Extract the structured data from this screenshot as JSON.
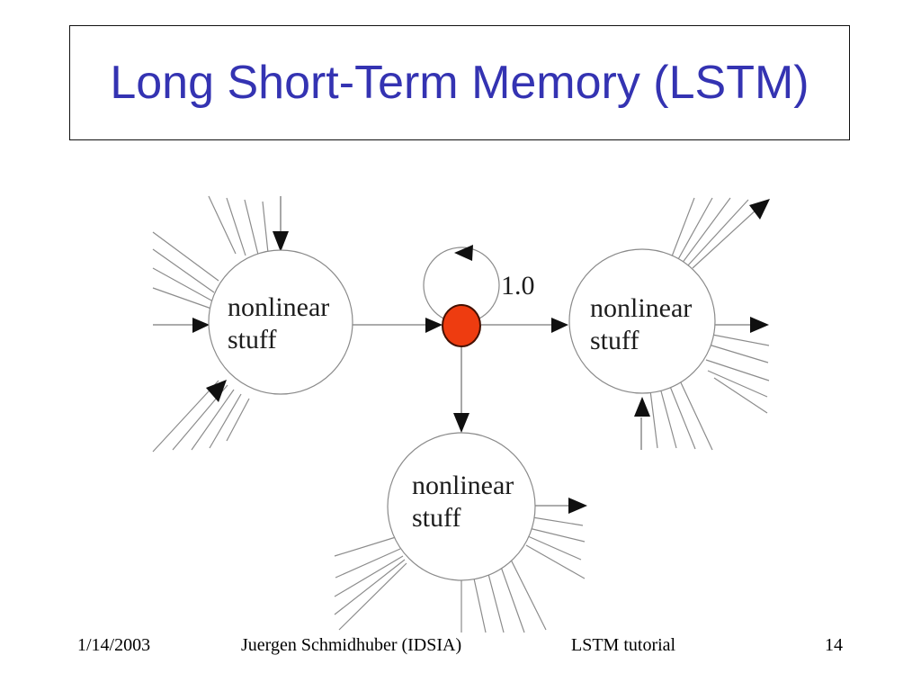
{
  "title": {
    "text": "Long Short-Term Memory (LSTM)",
    "color": "#3433b2"
  },
  "diagram": {
    "description": "LSTM memory cell: linear unit with fixed self-connection flanked by nonlinear units",
    "center_unit": {
      "type": "linear-memory-cell",
      "fill_color": "#ee3c10",
      "self_loop_weight_label": "1.0"
    },
    "nodes": [
      {
        "id": "left",
        "line1": "nonlinear",
        "line2": "stuff"
      },
      {
        "id": "right",
        "line1": "nonlinear",
        "line2": "stuff"
      },
      {
        "id": "bottom",
        "line1": "nonlinear",
        "line2": "stuff"
      }
    ]
  },
  "footer": {
    "date": "1/14/2003",
    "author": "Juergen Schmidhuber (IDSIA)",
    "topic": "LSTM tutorial",
    "page": "14"
  }
}
